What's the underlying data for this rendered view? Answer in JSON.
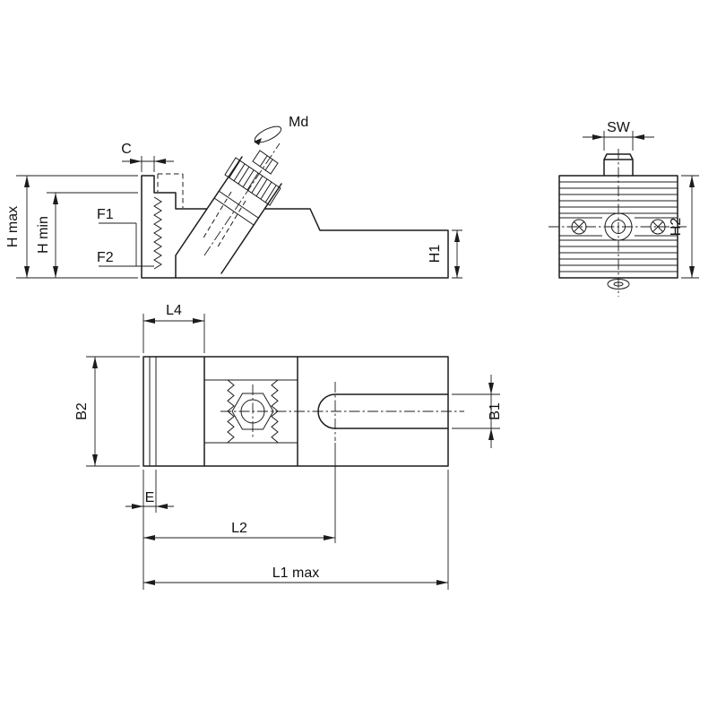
{
  "style": {
    "background": "#ffffff",
    "line_color": "#1c1c1c",
    "text_color": "#111111"
  },
  "drawing": {
    "type": "technical-dimension-drawing",
    "views": {
      "side_view": {
        "labels": {
          "c": "C",
          "md": "Md",
          "f1": "F1",
          "f2": "F2",
          "h_max": "H max",
          "h_min": "H min",
          "h1": "H1"
        }
      },
      "end_view": {
        "labels": {
          "sw": "SW",
          "h2": "H2"
        }
      },
      "plan_view": {
        "labels": {
          "l4": "L4",
          "b2": "B2",
          "b1": "B1",
          "e": "E",
          "l2": "L2",
          "l1_max": "L1 max"
        }
      }
    }
  }
}
